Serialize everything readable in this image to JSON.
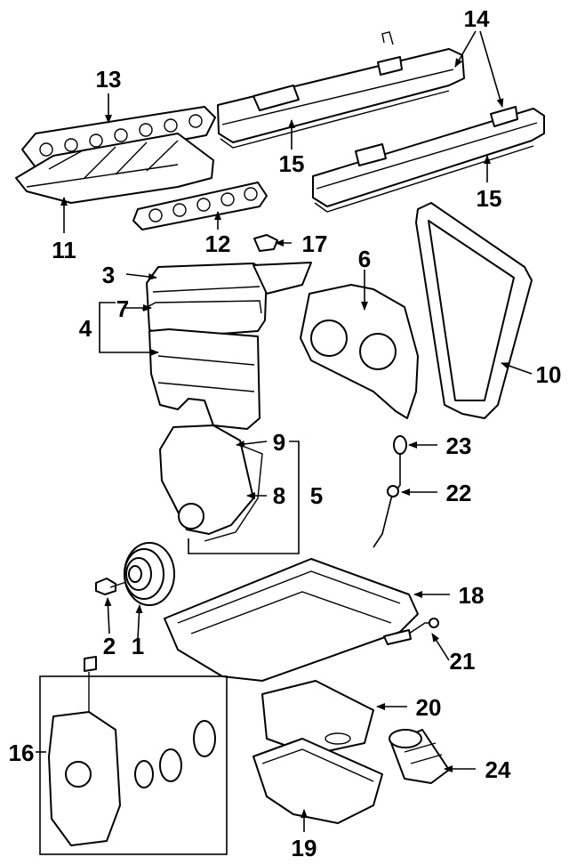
{
  "callouts": {
    "c1": "1",
    "c2": "2",
    "c3": "3",
    "c4": "4",
    "c5": "5",
    "c6": "6",
    "c7": "7",
    "c8": "8",
    "c9": "9",
    "c10": "10",
    "c11": "11",
    "c12": "12",
    "c13": "13",
    "c14": "14",
    "c15a": "15",
    "c15b": "15",
    "c16": "16",
    "c17": "17",
    "c18": "18",
    "c19": "19",
    "c20": "20",
    "c21": "21",
    "c22": "22",
    "c23": "23",
    "c24": "24"
  }
}
